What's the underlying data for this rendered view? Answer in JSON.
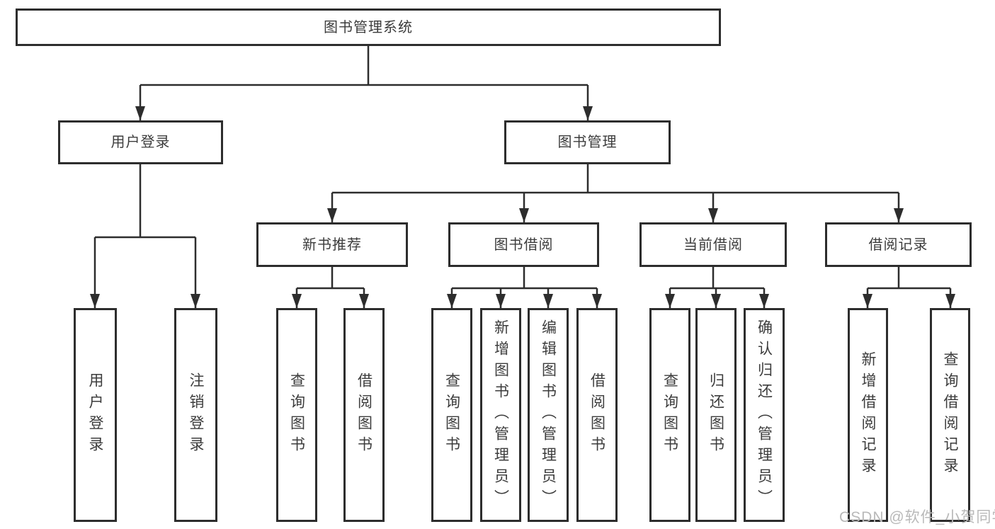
{
  "tree": {
    "root": {
      "label": "图书管理系统"
    },
    "branches": [
      {
        "label": "用户登录",
        "children": [
          {
            "label": "用户登录"
          },
          {
            "label": "注销登录"
          }
        ]
      },
      {
        "label": "图书管理",
        "children": [
          {
            "label": "新书推荐",
            "children": [
              {
                "label": "查询图书"
              },
              {
                "label": "借阅图书"
              }
            ]
          },
          {
            "label": "图书借阅",
            "children": [
              {
                "label": "查询图书"
              },
              {
                "label": "新增图书（管理员）"
              },
              {
                "label": "编辑图书（管理员）"
              },
              {
                "label": "借阅图书"
              }
            ]
          },
          {
            "label": "当前借阅",
            "children": [
              {
                "label": "查询图书"
              },
              {
                "label": "归还图书"
              },
              {
                "label": "确认归还（管理员）"
              }
            ]
          },
          {
            "label": "借阅记录",
            "children": [
              {
                "label": "新增借阅记录"
              },
              {
                "label": "查询借阅记录"
              }
            ]
          }
        ]
      }
    ]
  },
  "watermark": {
    "text": "CSDN @软件_小贺同学"
  },
  "colors": {
    "line": "#2d2d2d",
    "text": "#3c3c3c",
    "watermark": "#b9b9b9",
    "background": "#ffffff"
  }
}
